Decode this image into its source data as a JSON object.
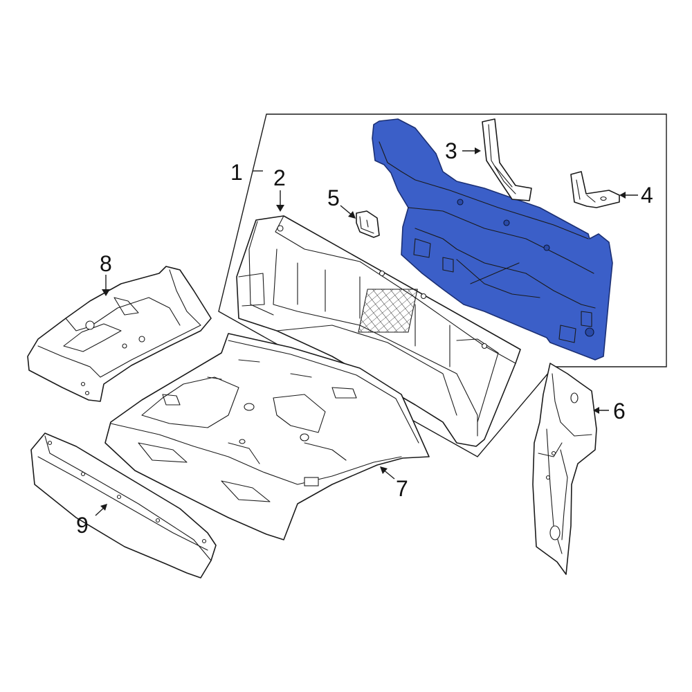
{
  "colors": {
    "highlight": "#3b5fc8",
    "highlight_edge": "#1b2f73",
    "line": "#1a1a1a",
    "background": "#ffffff"
  },
  "callouts": [
    {
      "id": "1",
      "label": "1"
    },
    {
      "id": "2",
      "label": "2"
    },
    {
      "id": "3",
      "label": "3"
    },
    {
      "id": "4",
      "label": "4"
    },
    {
      "id": "5",
      "label": "5"
    },
    {
      "id": "6",
      "label": "6"
    },
    {
      "id": "7",
      "label": "7"
    },
    {
      "id": "8",
      "label": "8"
    },
    {
      "id": "9",
      "label": "9"
    }
  ],
  "highlighted_part": "1"
}
